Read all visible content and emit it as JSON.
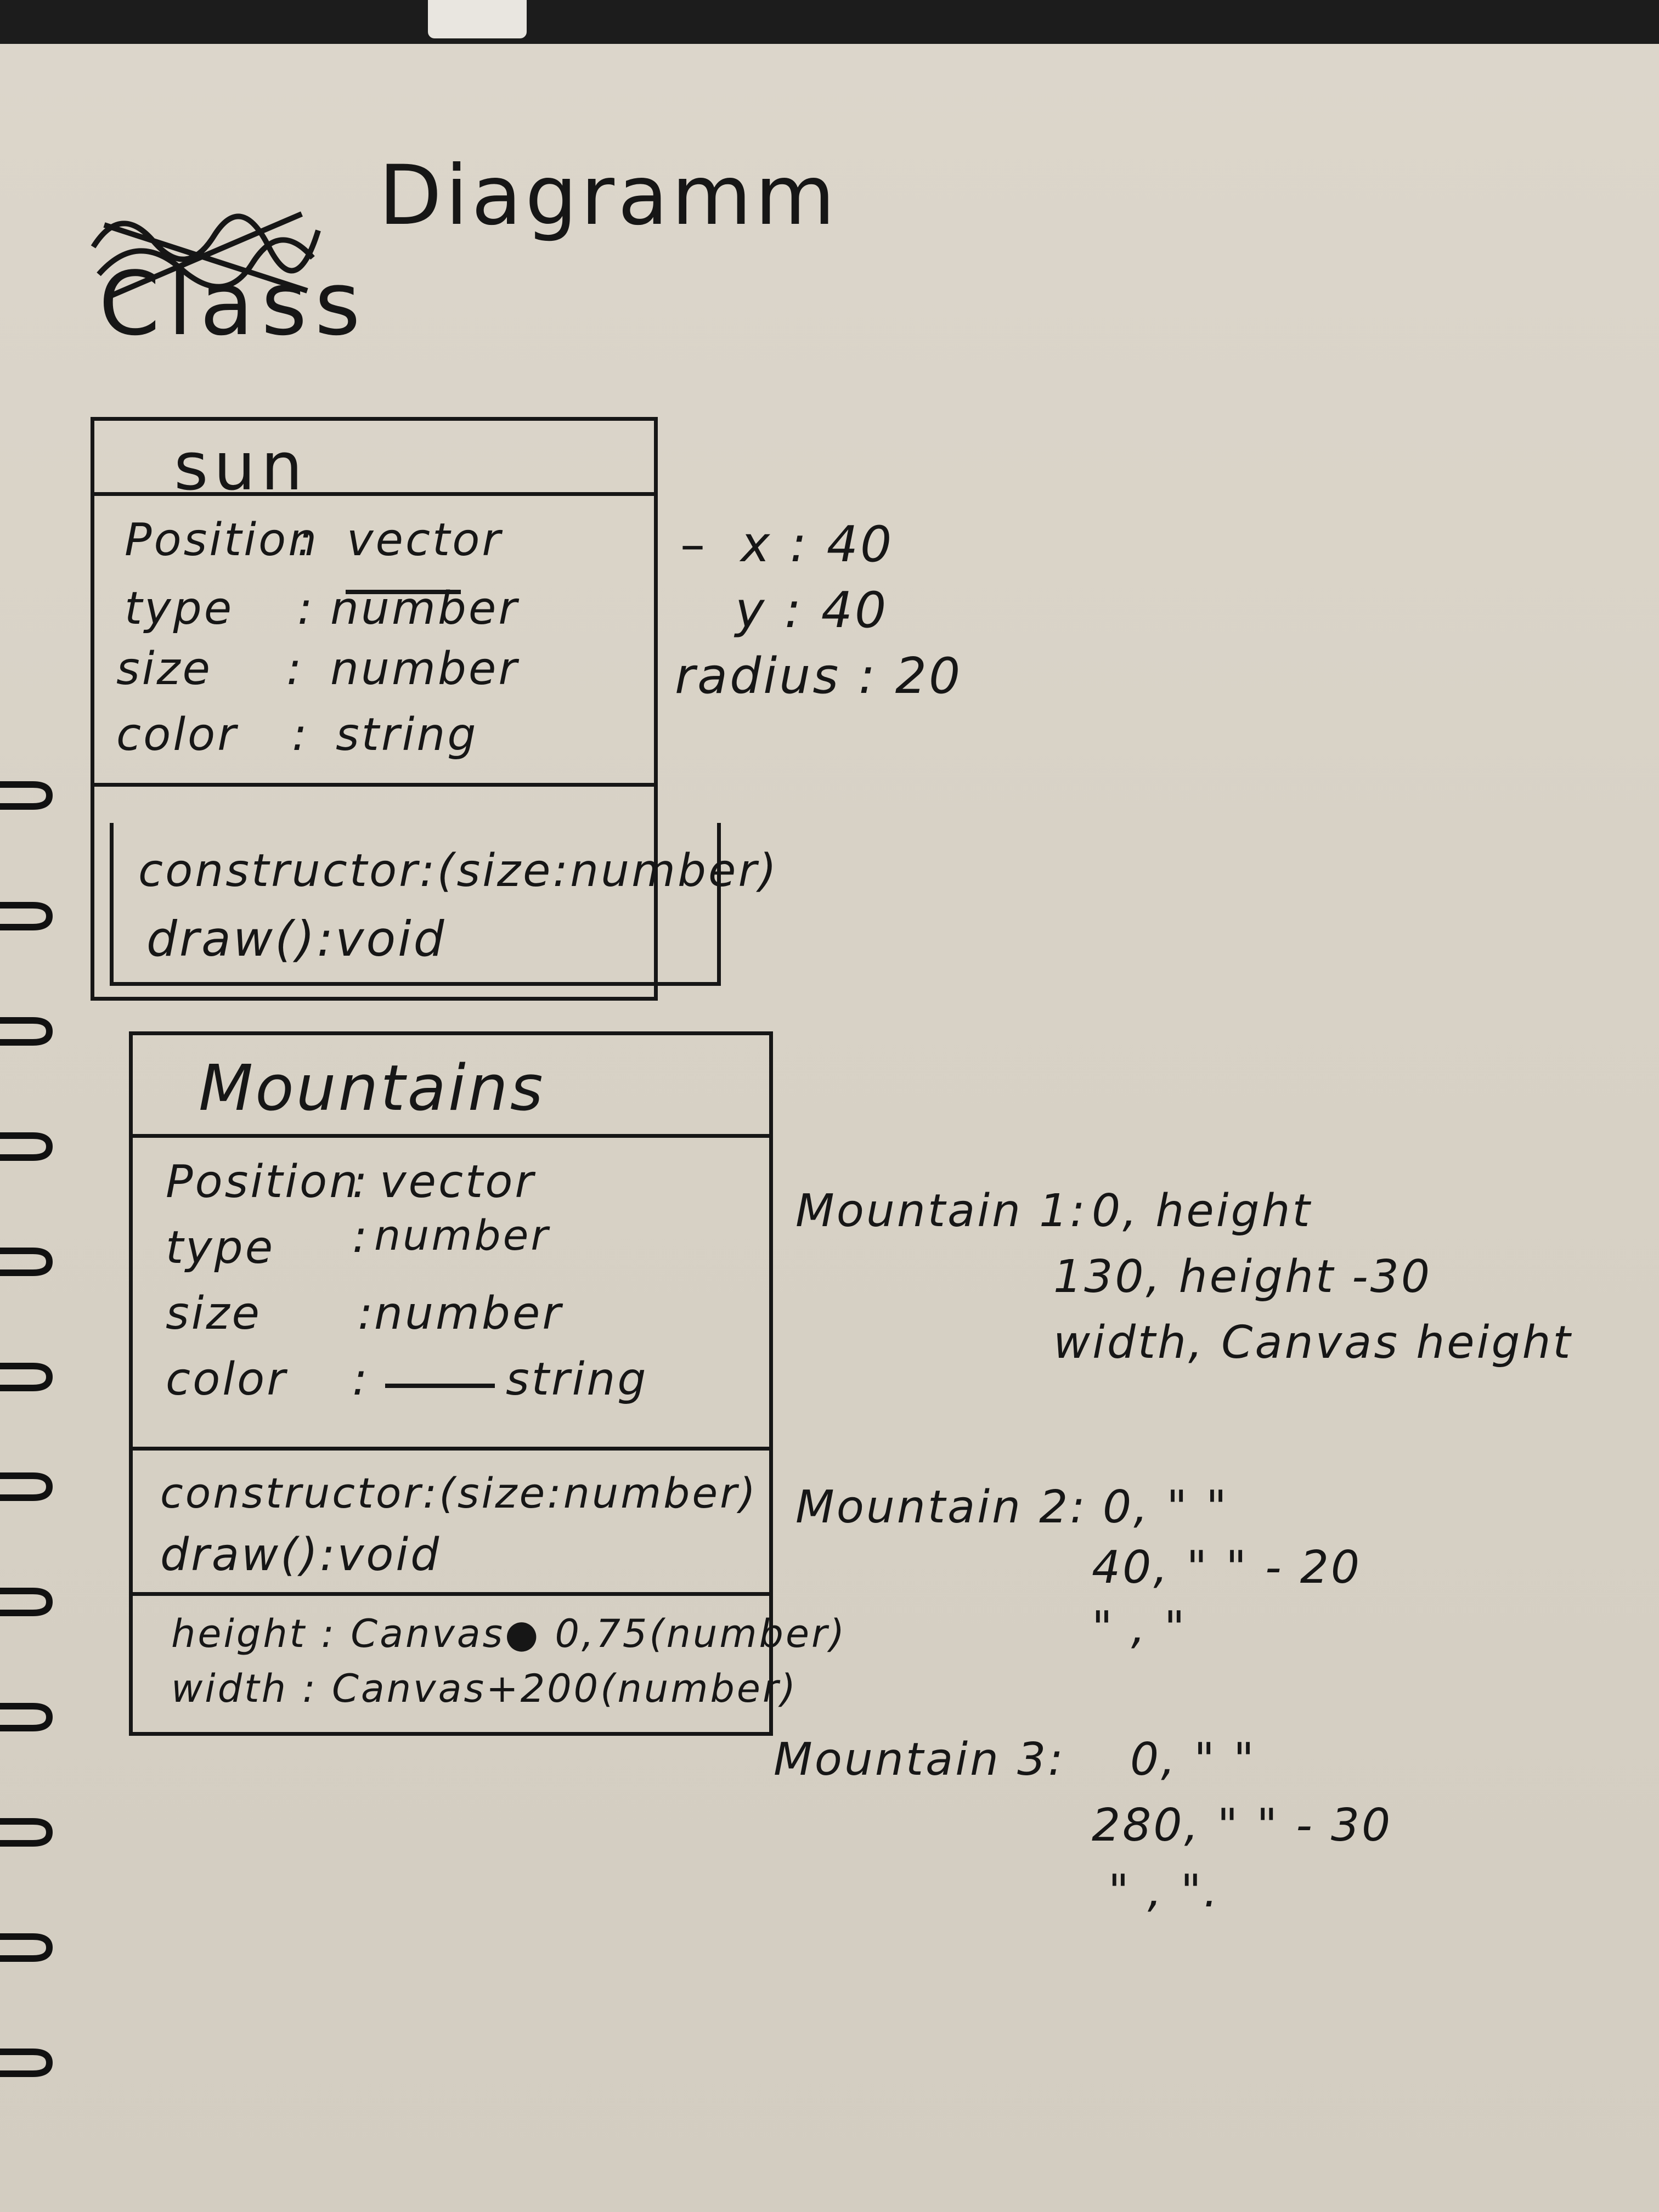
{
  "heading": {
    "title": "Diagramm",
    "subtitle": "Class"
  },
  "sun_class": {
    "name": "sun",
    "attributes": [
      {
        "name": "Position",
        "type": "vector"
      },
      {
        "name": "type",
        "type": "number"
      },
      {
        "name": "size",
        "type": "number"
      },
      {
        "name": "color",
        "type": "string"
      }
    ],
    "methods": [
      "constructor:(size:number)",
      "draw():void"
    ],
    "note": {
      "x": "x : 40",
      "y": "y : 40",
      "radius": "radius : 20"
    }
  },
  "mountains_class": {
    "name": "Mountains",
    "attributes": [
      {
        "name": "Position",
        "type": "vector"
      },
      {
        "name": "type",
        "type": "number"
      },
      {
        "name": "size",
        "type": "number"
      },
      {
        "name": "color",
        "type": "string"
      }
    ],
    "methods": [
      "constructor:(size:number)",
      "draw():void"
    ],
    "extra": [
      "height : Canvas● 0,75(number)",
      "width : Canvas+200(number)"
    ]
  },
  "mountain_notes": [
    {
      "label": "Mountain 1:",
      "lines": [
        "0, height",
        "130, height -30",
        "width, Canvas height"
      ]
    },
    {
      "label": "Mountain 2:",
      "lines": [
        "0, \" \"",
        "40, \" \" - 20",
        "\" , \""
      ]
    },
    {
      "label": "Mountain 3:",
      "lines": [
        "0, \" \"",
        "280, \" \" - 30",
        "\" , \"."
      ]
    }
  ]
}
